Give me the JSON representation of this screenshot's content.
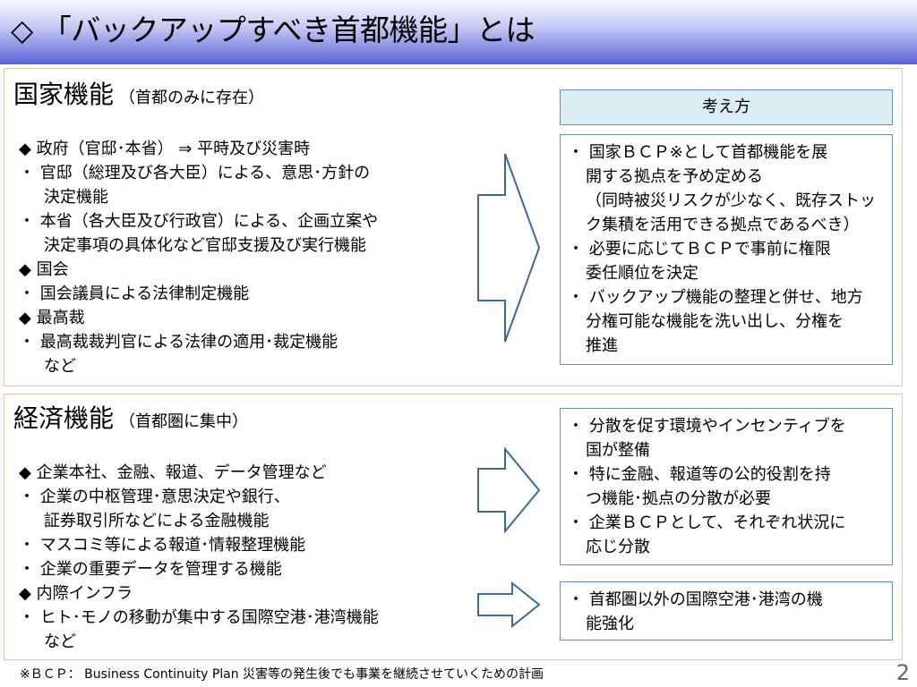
{
  "title": "◇ 「バックアップすべき首都機能」とは",
  "section1": {
    "heading": "国家機能",
    "sub": "（首都のみに存在）",
    "lines": [
      {
        "k": "b1",
        "t": "◆ 政府（官邸･本省） ⇒ 平時及び災害時"
      },
      {
        "k": "b2",
        "t": "・ 官邸（総理及び各大臣）による、意思･方針の"
      },
      {
        "k": "ind",
        "t": "決定機能"
      },
      {
        "k": "b2",
        "t": "・ 本省（各大臣及び行政官）による、企画立案や"
      },
      {
        "k": "ind",
        "t": "決定事項の具体化など官邸支援及び実行機能"
      },
      {
        "k": "b1",
        "t": "◆ 国会"
      },
      {
        "k": "b2",
        "t": "・ 国会議員による法律制定機能"
      },
      {
        "k": "b1",
        "t": "◆ 最高裁"
      },
      {
        "k": "b2",
        "t": "・ 最高裁裁判官による法律の適用･裁定機能"
      },
      {
        "k": "ind",
        "t": "など"
      }
    ],
    "kangae_label": "考え方",
    "box_lines": [
      {
        "k": "b",
        "t": "・ 国家ＢＣＰ※として首都機能を展"
      },
      {
        "k": "ind",
        "t": "開する拠点を予め定める"
      },
      {
        "k": "ind",
        "t": "（同時被災リスクが少なく、既存ストッ"
      },
      {
        "k": "ind",
        "t": "ク集積を活用できる拠点であるべき）"
      },
      {
        "k": "b",
        "t": "・ 必要に応じてＢＣＰで事前に権限"
      },
      {
        "k": "ind",
        "t": "委任順位を決定"
      },
      {
        "k": "b",
        "t": "・ バックアップ機能の整理と併せ、地方"
      },
      {
        "k": "ind",
        "t": "分権可能な機能を洗い出し、分権を"
      },
      {
        "k": "ind",
        "t": "推進"
      }
    ]
  },
  "section2": {
    "heading": "経済機能",
    "sub": "（首都圏に集中）",
    "lines": [
      {
        "k": "b1",
        "t": "◆ 企業本社、金融、報道、データ管理など"
      },
      {
        "k": "b2",
        "t": "・ 企業の中枢管理･意思決定や銀行、"
      },
      {
        "k": "ind",
        "t": "証券取引所などによる金融機能"
      },
      {
        "k": "b2",
        "t": "・ マスコミ等による報道･情報整理機能"
      },
      {
        "k": "b2",
        "t": "・ 企業の重要データを管理する機能"
      },
      {
        "k": "b1",
        "t": "◆ 内際インフラ"
      },
      {
        "k": "b2",
        "t": "・ ヒト･モノの移動が集中する国際空港･港湾機能"
      },
      {
        "k": "ind",
        "t": "など"
      }
    ],
    "box1_lines": [
      {
        "k": "b",
        "t": "・ 分散を促す環境やインセンティブを"
      },
      {
        "k": "ind",
        "t": "国が整備"
      },
      {
        "k": "b",
        "t": "・ 特に金融、報道等の公的役割を持"
      },
      {
        "k": "ind",
        "t": "つ機能･拠点の分散が必要"
      },
      {
        "k": "b",
        "t": "・ 企業ＢＣＰとして、それぞれ状況に"
      },
      {
        "k": "ind",
        "t": "応じ分散"
      }
    ],
    "box2_lines": [
      {
        "k": "b",
        "t": "・ 首都圏以外の国際空港･港湾の機"
      },
      {
        "k": "ind",
        "t": "能強化"
      }
    ]
  },
  "footnote": "※ＢＣＰ： Business Continuity Plan 災害等の発生後でも事業を継続させていくための計画",
  "page_number": "2",
  "colors": {
    "arrow_stroke": "#3a6aa0",
    "box_border": "#6a90b8",
    "kangae_bg": "#dbeef4",
    "panel_border": "#e8c8a0"
  }
}
